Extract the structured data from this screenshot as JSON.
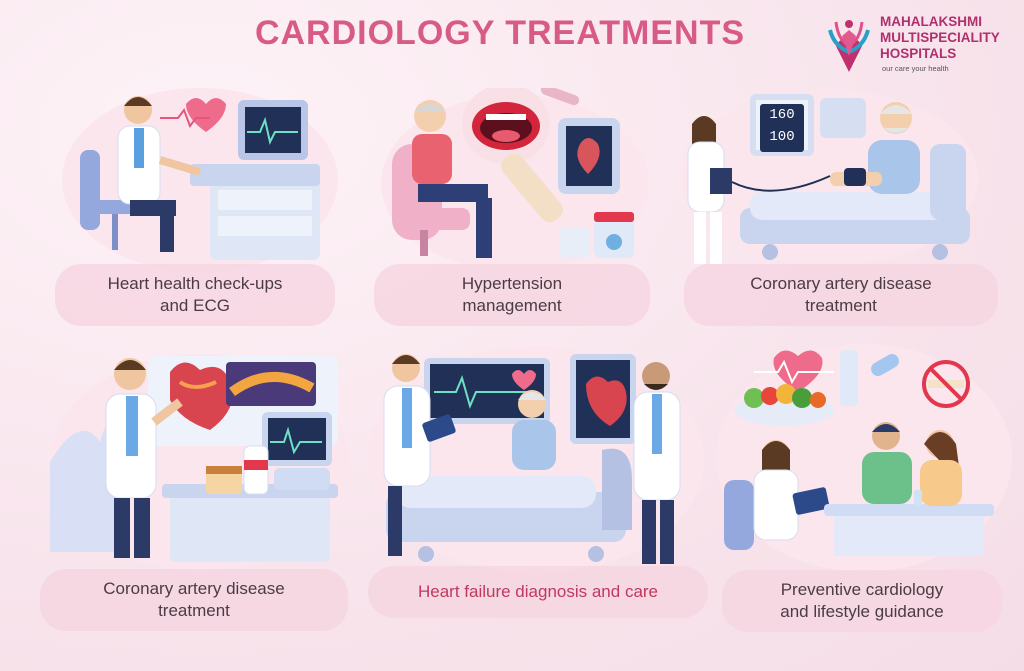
{
  "page": {
    "title": "CARDIOLOGY TREATMENTS"
  },
  "logo": {
    "name_line1": "MAHALAKSHMI",
    "name_line2": "MULTISPECIALITY",
    "name_line3": "HOSPITALS",
    "tagline": "our care your health"
  },
  "cards": [
    {
      "caption_line1": "Heart health check-ups",
      "caption_line2": "and ECG"
    },
    {
      "caption_line1": "Hypertension",
      "caption_line2": "management"
    },
    {
      "caption_line1": "Coronary artery disease",
      "caption_line2": "treatment",
      "monitor_top": "160",
      "monitor_bottom": "100"
    },
    {
      "caption_line1": "Coronary artery disease",
      "caption_line2": "treatment"
    },
    {
      "caption_line1": "Heart failure diagnosis and care",
      "caption_line2": ""
    },
    {
      "caption_line1": "Preventive cardiology",
      "caption_line2": "and lifestyle guidance"
    }
  ],
  "colors": {
    "title": "#d85b86",
    "logo": "#b0306c",
    "caption_highlight": "#c0385f"
  }
}
